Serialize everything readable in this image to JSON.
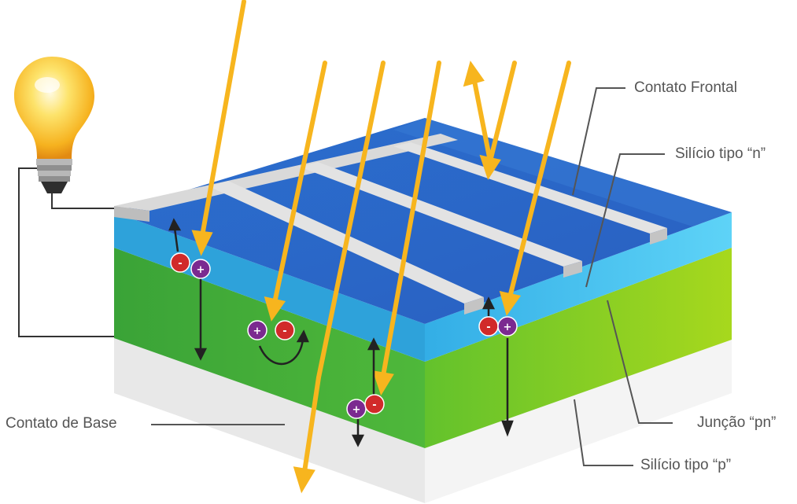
{
  "labels": {
    "front_contact": "Contato Frontal",
    "n_silicon": "Silício tipo “n”",
    "pn_junction": "Junção “pn”",
    "p_silicon": "Silício tipo “p”",
    "base_contact": "Contato de Base"
  },
  "charges": {
    "electron": "-",
    "hole": "+"
  },
  "colors": {
    "sunlight": "#f7b51e",
    "n_layer_top": "#2f6fcf",
    "n_layer_side": "#2fa9e3",
    "p_layer": "#5dbb2e",
    "p_layer_right": "#9ad11f",
    "contact": "#dedede",
    "electron": "#d12a2a",
    "hole": "#7b2a90",
    "leader": "#555555"
  }
}
